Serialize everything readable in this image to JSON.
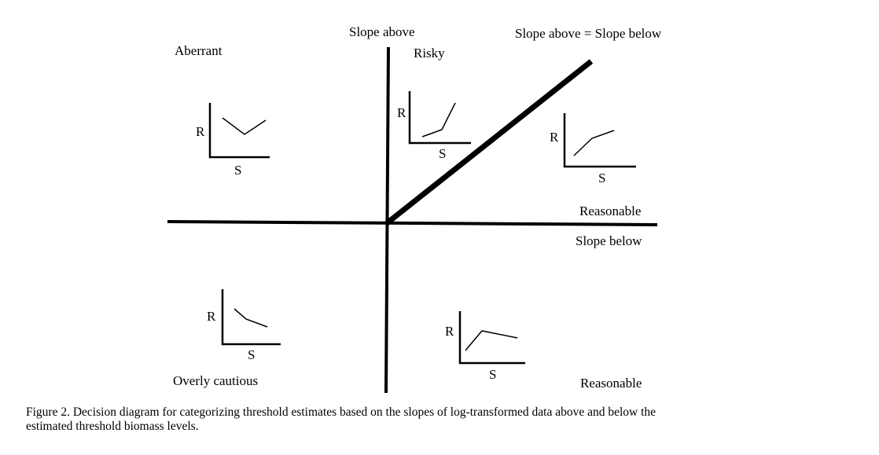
{
  "diagram": {
    "labels": {
      "slope_above_axis": "Slope above",
      "equal_line": "Slope above = Slope below",
      "aberrant": "Aberrant",
      "risky": "Risky",
      "reasonable_upper": "Reasonable",
      "slope_below_axis": "Slope below",
      "overly_cautious": "Overly cautious",
      "reasonable_lower": "Reasonable"
    },
    "mini_plot_axis_labels": {
      "y": "R",
      "x": "S"
    }
  },
  "caption": {
    "line1": "Figure 2. Decision diagram for categorizing threshold estimates based on the slopes of log-transformed data above and below the",
    "line2": "estimated threshold biomass levels."
  },
  "colors": {
    "ink": "#000000",
    "background": "#ffffff"
  }
}
